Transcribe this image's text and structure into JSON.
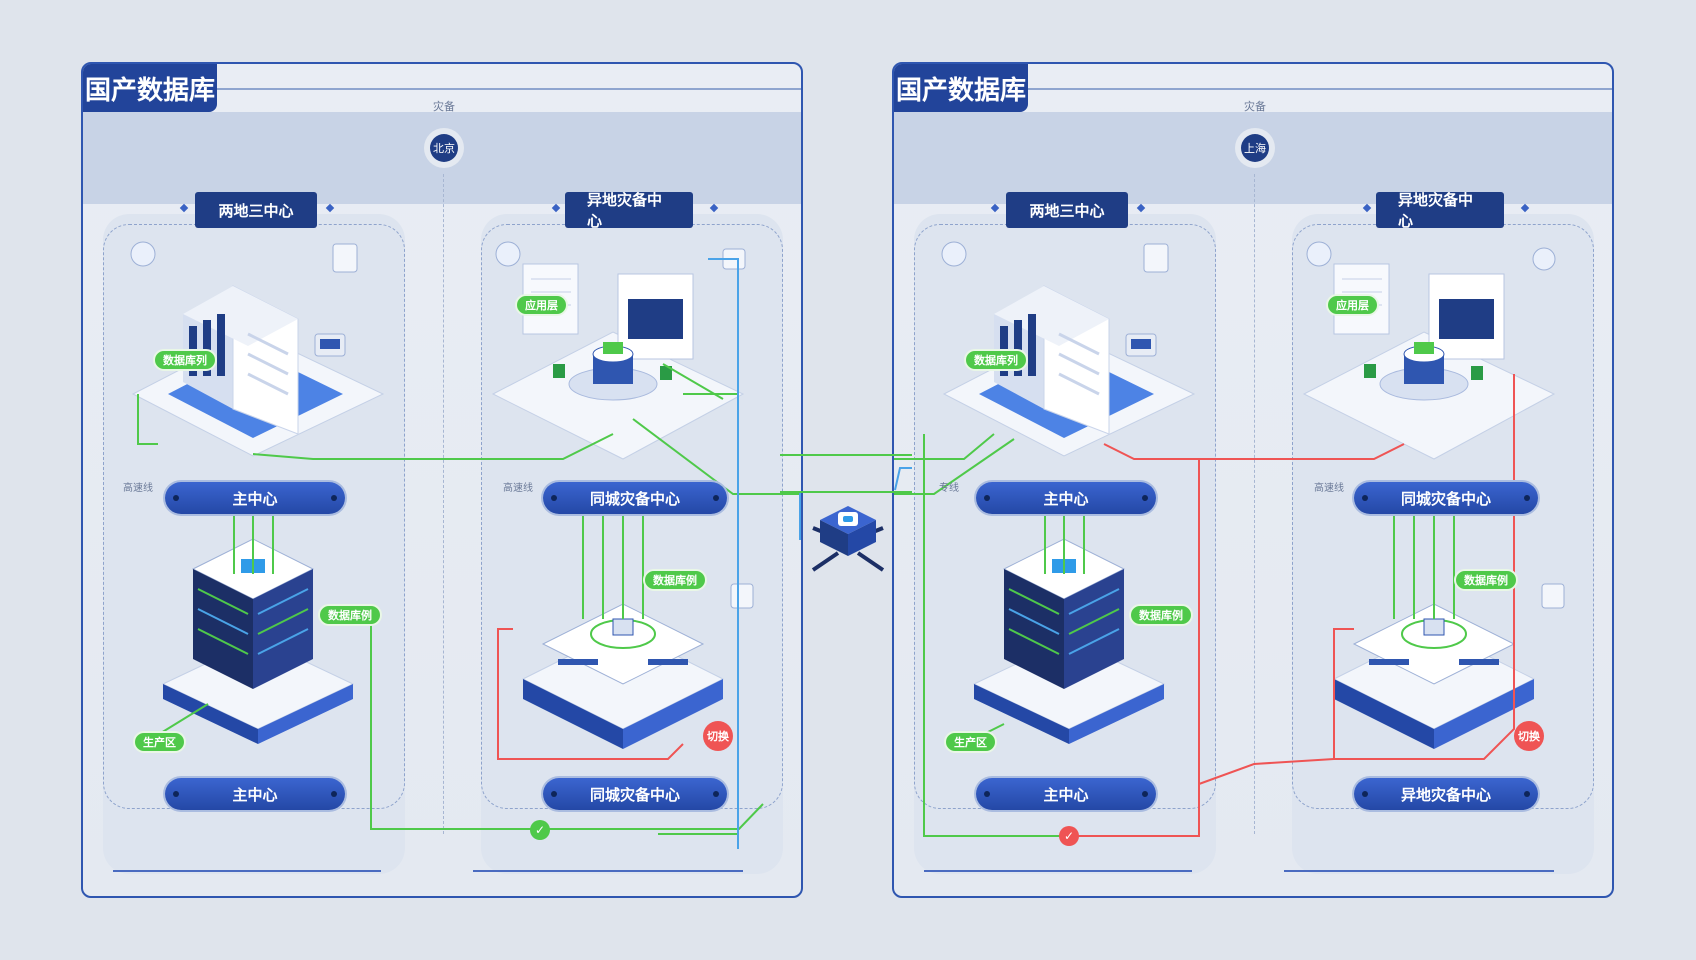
{
  "panels": [
    {
      "title": "国产数据库",
      "region_label": "灾备",
      "city": "北京",
      "left_header": "两地三中心",
      "right_header": "异地灾备中心",
      "left_side_label": "高速线",
      "right_side_label": "高速线",
      "left_pill_top": "主中心",
      "right_pill_top": "同城灾备中心",
      "left_pill_bottom": "主中心",
      "right_pill_bottom": "同城灾备中心",
      "tags": {
        "db_cluster_top": "数据库列",
        "app_top": "应用层",
        "db_instance_left": "数据库例",
        "db_instance_right": "数据库例",
        "production": "生产区",
        "switch": "切换"
      }
    },
    {
      "title": "国产数据库",
      "region_label": "灾备",
      "city": "上海",
      "left_header": "两地三中心",
      "right_header": "异地灾备中心",
      "left_side_label": "专线",
      "right_side_label": "高速线",
      "left_pill_top": "主中心",
      "right_pill_top": "同城灾备中心",
      "left_pill_bottom": "主中心",
      "right_pill_bottom": "异地灾备中心",
      "tags": {
        "db_cluster_top": "数据库列",
        "app_top": "应用层",
        "db_instance_left": "数据库例",
        "db_instance_right": "数据库例",
        "production": "生产区",
        "switch": "切换"
      }
    }
  ],
  "colors": {
    "primary": "#1f3d85",
    "accent": "#2f56b0",
    "green_link": "#4fc94a",
    "red_link": "#ef5454",
    "blue_link": "#4aa3e8"
  },
  "hub": {
    "icon": "network-hub-icon"
  }
}
